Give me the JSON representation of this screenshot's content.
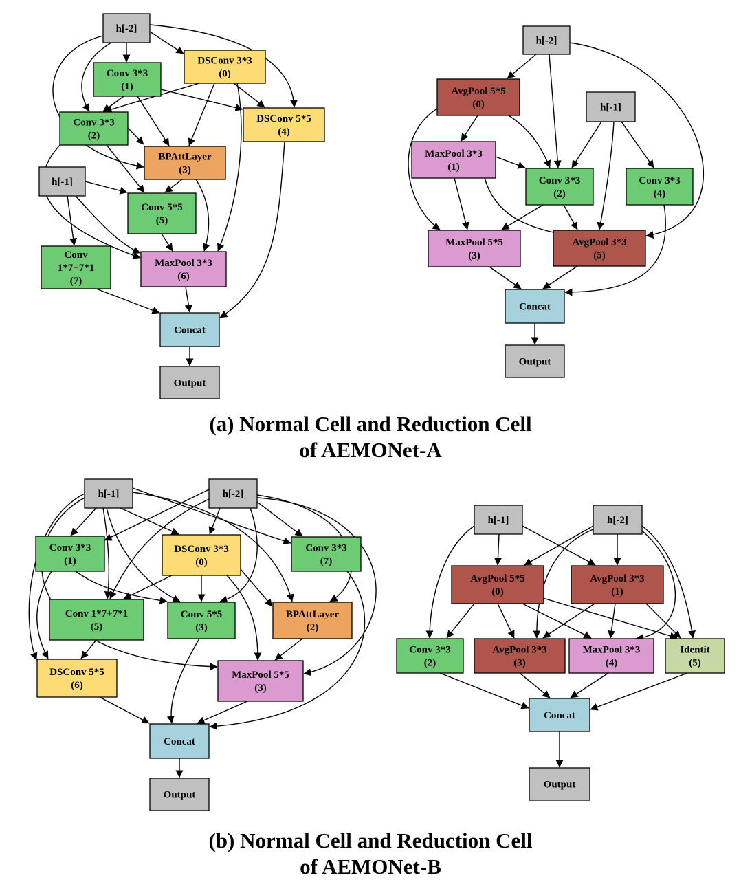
{
  "colors": {
    "input": "#c0c0c0",
    "conv": "#6dcb73",
    "dsconv": "#fddc76",
    "bpatt": "#eca460",
    "maxpool": "#dc9bd0",
    "avgpool": "#b0554b",
    "concat": "#a6d2de",
    "identity": "#c7d8a4",
    "output": "#c0c0c0"
  },
  "diagrams": {
    "a_normal": {
      "nodes": {
        "h2": {
          "lines": [
            "h[-2]"
          ],
          "color": "input"
        },
        "dsconv3": {
          "lines": [
            "DSConv 3*3",
            "(0)"
          ],
          "color": "dsconv"
        },
        "conv3_1": {
          "lines": [
            "Conv 3*3",
            "(1)"
          ],
          "color": "conv"
        },
        "dsconv5": {
          "lines": [
            "DSConv 5*5",
            "(4)"
          ],
          "color": "dsconv"
        },
        "conv3_2": {
          "lines": [
            "Conv 3*3",
            "(2)"
          ],
          "color": "conv"
        },
        "bpatt": {
          "lines": [
            "BPAttLayer",
            "(3)"
          ],
          "color": "bpatt"
        },
        "h1": {
          "lines": [
            "h[-1]"
          ],
          "color": "input"
        },
        "conv5": {
          "lines": [
            "Conv 5*5",
            "(5)"
          ],
          "color": "conv"
        },
        "conv17": {
          "lines": [
            "Conv",
            "1*7+7*1",
            "(7)"
          ],
          "color": "conv"
        },
        "maxpool3": {
          "lines": [
            "MaxPool 3*3",
            "(6)"
          ],
          "color": "maxpool"
        },
        "concat": {
          "lines": [
            "Concat"
          ],
          "color": "concat"
        },
        "output": {
          "lines": [
            "Output"
          ],
          "color": "output"
        }
      }
    },
    "a_reduction": {
      "nodes": {
        "h2": {
          "lines": [
            "h[-2]"
          ],
          "color": "input"
        },
        "avgpool5": {
          "lines": [
            "AvgPool 5*5",
            "(0)"
          ],
          "color": "avgpool"
        },
        "h1": {
          "lines": [
            "h[-1]"
          ],
          "color": "input"
        },
        "maxpool3": {
          "lines": [
            "MaxPool 3*3",
            "(1)"
          ],
          "color": "maxpool"
        },
        "conv3_2": {
          "lines": [
            "Conv 3*3",
            "(2)"
          ],
          "color": "conv"
        },
        "conv3_4": {
          "lines": [
            "Conv 3*3",
            "(4)"
          ],
          "color": "conv"
        },
        "maxpool5": {
          "lines": [
            "MaxPool 5*5",
            "(3)"
          ],
          "color": "maxpool"
        },
        "avgpool3": {
          "lines": [
            "AvgPool 3*3",
            "(5)"
          ],
          "color": "avgpool"
        },
        "concat": {
          "lines": [
            "Concat"
          ],
          "color": "concat"
        },
        "output": {
          "lines": [
            "Output"
          ],
          "color": "output"
        }
      }
    },
    "b_normal": {
      "nodes": {
        "h1": {
          "lines": [
            "h[-1]"
          ],
          "color": "input"
        },
        "h2": {
          "lines": [
            "h[-2]"
          ],
          "color": "input"
        },
        "conv3_1": {
          "lines": [
            "Conv 3*3",
            "(1)"
          ],
          "color": "conv"
        },
        "dsconv3": {
          "lines": [
            "DSConv 3*3",
            "(0)"
          ],
          "color": "dsconv"
        },
        "conv3_7": {
          "lines": [
            "Conv 3*3",
            "(7)"
          ],
          "color": "conv"
        },
        "conv17": {
          "lines": [
            "Conv 1*7+7*1",
            "(5)"
          ],
          "color": "conv"
        },
        "conv5": {
          "lines": [
            "Conv 5*5",
            "(3)"
          ],
          "color": "conv"
        },
        "bpatt": {
          "lines": [
            "BPAttLayer",
            "(2)"
          ],
          "color": "bpatt"
        },
        "dsconv5": {
          "lines": [
            "DSConv 5*5",
            "(6)"
          ],
          "color": "dsconv"
        },
        "maxpool5": {
          "lines": [
            "MaxPool 5*5",
            "(3)"
          ],
          "color": "maxpool"
        },
        "concat": {
          "lines": [
            "Concat"
          ],
          "color": "concat"
        },
        "output": {
          "lines": [
            "Output"
          ],
          "color": "output"
        }
      }
    },
    "b_reduction": {
      "nodes": {
        "h1": {
          "lines": [
            "h[-1]"
          ],
          "color": "input"
        },
        "h2": {
          "lines": [
            "h[-2]"
          ],
          "color": "input"
        },
        "avgpool5": {
          "lines": [
            "AvgPool 5*5",
            "(0)"
          ],
          "color": "avgpool"
        },
        "avgpool3_1": {
          "lines": [
            "AvgPool 3*3",
            "(1)"
          ],
          "color": "avgpool"
        },
        "conv3": {
          "lines": [
            "Conv 3*3",
            "(2)"
          ],
          "color": "conv"
        },
        "avgpool3_3": {
          "lines": [
            "AvgPool 3*3",
            "(3)"
          ],
          "color": "avgpool"
        },
        "maxpool3": {
          "lines": [
            "MaxPool 3*3",
            "(4)"
          ],
          "color": "maxpool"
        },
        "identity": {
          "lines": [
            "Identit",
            "(5)"
          ],
          "color": "identity"
        },
        "concat": {
          "lines": [
            "Concat"
          ],
          "color": "concat"
        },
        "output": {
          "lines": [
            "Output"
          ],
          "color": "output"
        }
      }
    }
  },
  "captions": {
    "a": [
      "(a) Normal Cell and Reduction Cell",
      "of AEMONet-A"
    ],
    "b": [
      "(b) Normal Cell and Reduction Cell",
      "of AEMONet-B"
    ]
  }
}
